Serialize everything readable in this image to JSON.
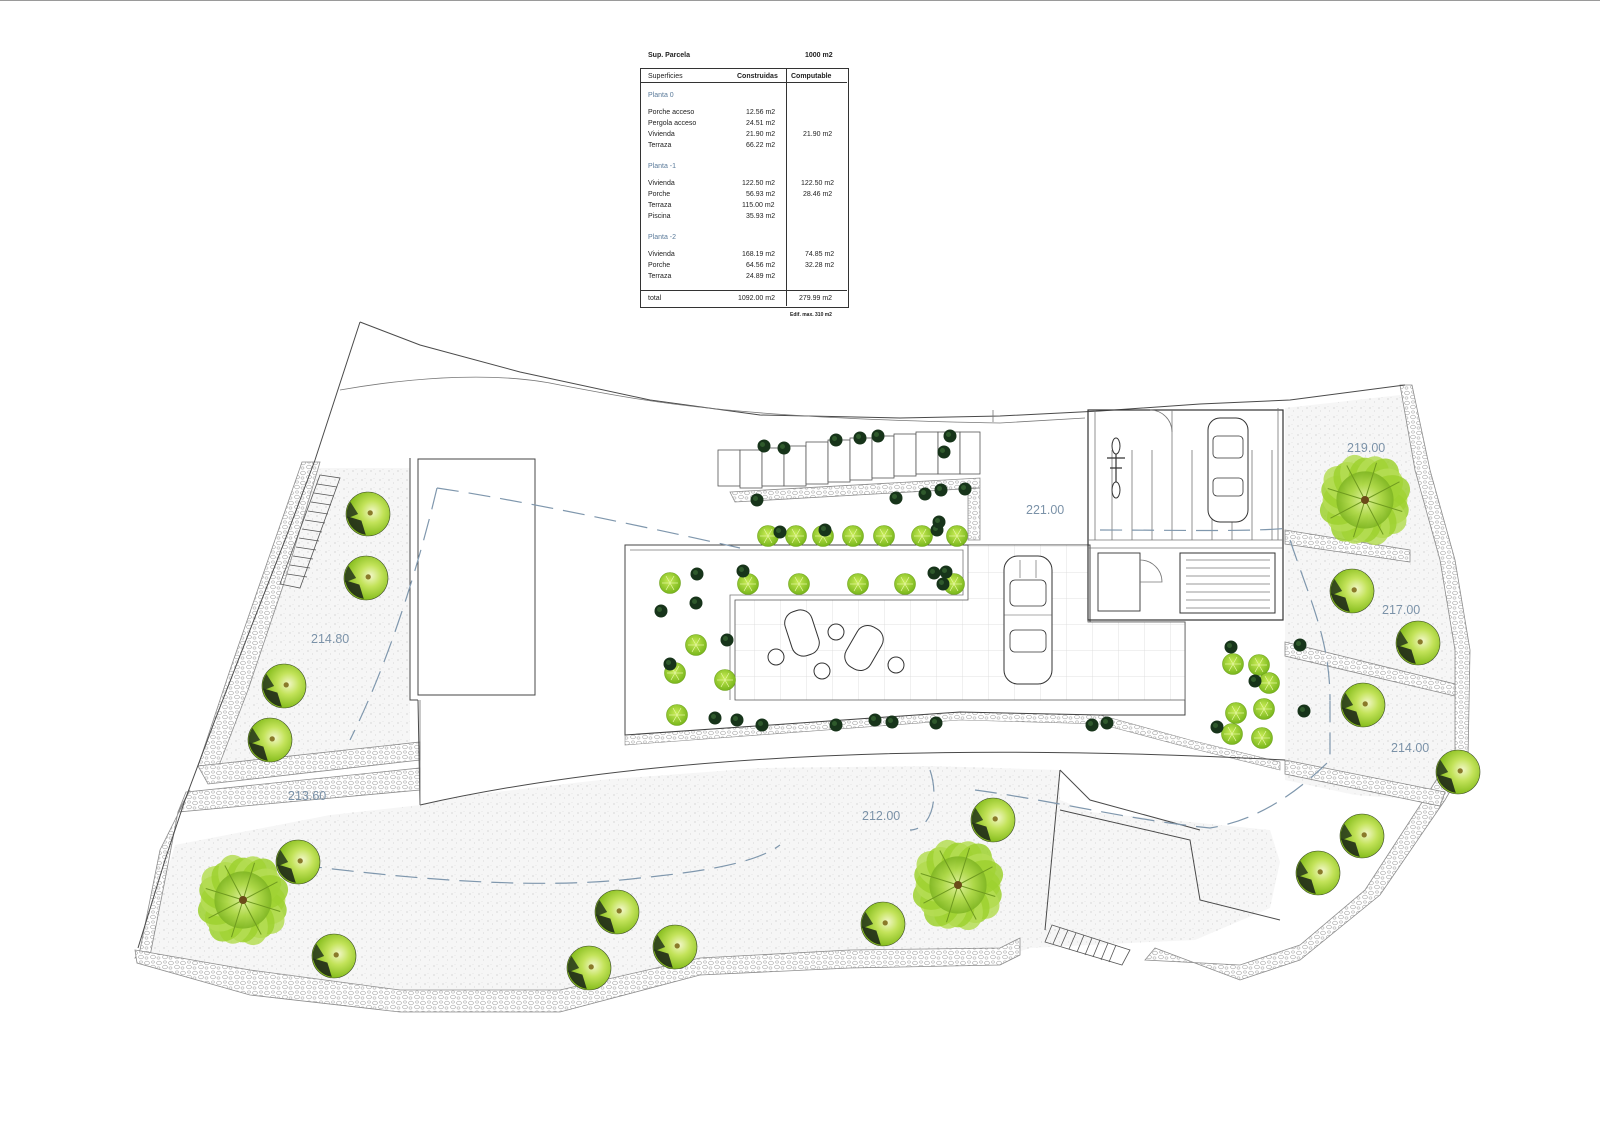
{
  "surface_table": {
    "plot_label": "Sup. Parcela",
    "plot_value": "1000 m2",
    "col_superficies": "Superficies",
    "col_construidas": "Construidas",
    "col_computable": "Computable",
    "sections": [
      {
        "title": "Planta 0",
        "rows": [
          {
            "name": "Porche acceso",
            "built": "12.56 m2",
            "computable": ""
          },
          {
            "name": "Pergola acceso",
            "built": "24.51 m2",
            "computable": ""
          },
          {
            "name": "Vivienda",
            "built": "21.90 m2",
            "computable": "21.90 m2"
          },
          {
            "name": "Terraza",
            "built": "66.22 m2",
            "computable": ""
          }
        ]
      },
      {
        "title": "Planta -1",
        "rows": [
          {
            "name": "Vivienda",
            "built": "122.50 m2",
            "computable": "122.50 m2"
          },
          {
            "name": "Porche",
            "built": "56.93 m2",
            "computable": "28.46 m2"
          },
          {
            "name": "Terraza",
            "built": "115.00 m2",
            "computable": ""
          },
          {
            "name": "Piscina",
            "built": "35.93 m2",
            "computable": ""
          }
        ]
      },
      {
        "title": "Planta -2",
        "rows": [
          {
            "name": "Vivienda",
            "built": "168.19 m2",
            "computable": "74.85 m2"
          },
          {
            "name": "Porche",
            "built": "64.56 m2",
            "computable": "32.28 m2"
          },
          {
            "name": "Terraza",
            "built": "24.89 m2",
            "computable": ""
          }
        ]
      }
    ],
    "total_label": "total",
    "total_built": "1092.00 m2",
    "total_computable": "279.99 m2",
    "footnote": "Edif. max. 310 m2"
  },
  "elevations": {
    "e221": "221.00",
    "e219": "219.00",
    "e217": "217.00",
    "e214_80": "214.80",
    "e214": "214.00",
    "e213_60": "213.60",
    "e212": "212.00"
  },
  "colors": {
    "tree_light": "#9ed12f",
    "tree_mid": "#c6e46a",
    "tree_dark": "#1f2a18",
    "shrub_dark": "#0f2a12",
    "gravel": "#f4f4f4",
    "stone_border": "#c9c9c9",
    "elevation_text": "#7b92a8"
  },
  "icons": {
    "tree": "tree-icon",
    "shrub": "shrub-icon",
    "car": "car-icon",
    "motorbike": "motorbike-icon",
    "lounger": "sun-lounger-icon",
    "stair": "stairs-icon"
  }
}
